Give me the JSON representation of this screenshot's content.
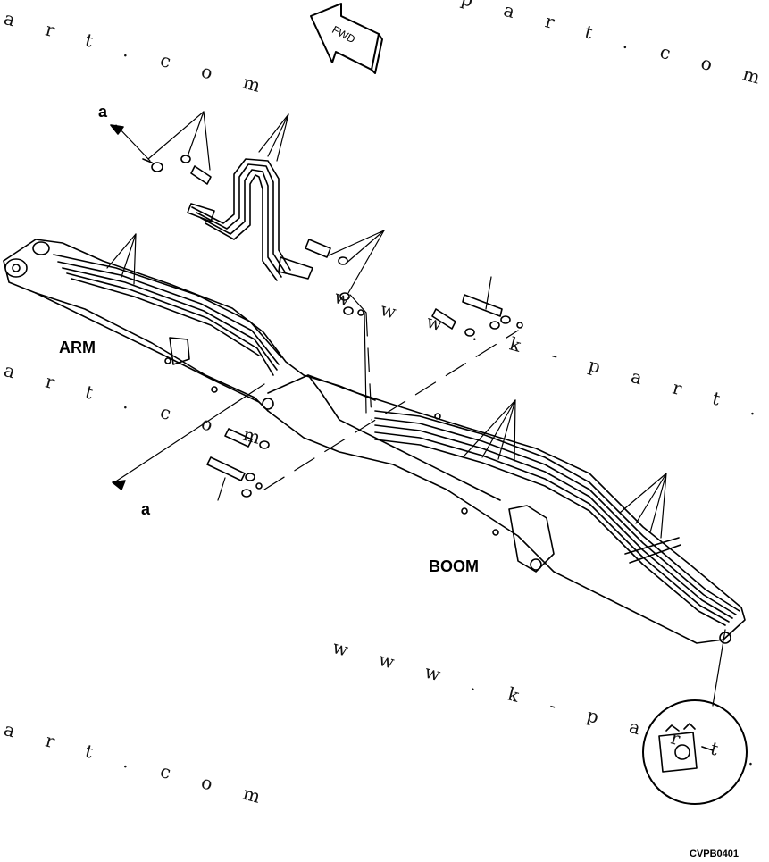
{
  "watermarks": {
    "w1": "a r t . c o m",
    "w2": "p a r t . c o m",
    "w3": "w w w . k - p a r t . c o m",
    "w4": "a r t . c o m",
    "w5": "w w w . k - p a r t . c o m",
    "w6": "a r t . c o m"
  },
  "labels": {
    "fwd": "FWD",
    "a_top": "a",
    "a_bottom": "a",
    "arm": "ARM",
    "boom": "BOOM",
    "figure_code": "CVPB0401"
  },
  "colors": {
    "line": "#000000",
    "background": "#ffffff"
  }
}
